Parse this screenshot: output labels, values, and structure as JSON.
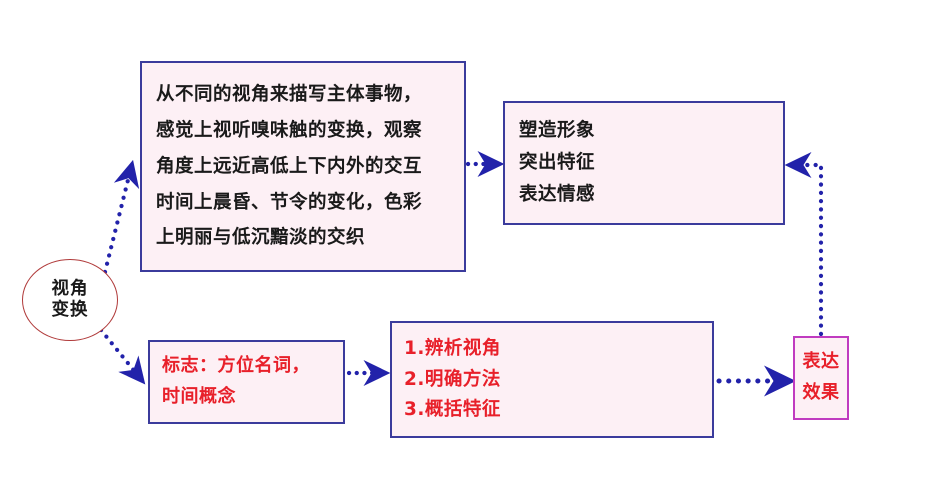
{
  "diagram": {
    "title_node": {
      "name": "视角变换",
      "lines": [
        "视角",
        "变换"
      ],
      "shape": "ellipse",
      "border_color": "#b03a3a",
      "text_color": "#1a1a1a"
    },
    "description_box": {
      "lines": [
        "从不同的视角来描写主体事物，",
        "感觉上视听嗅味触的变换，观察",
        "角度上远近高低上下内外的交互",
        "时间上晨昏、节令的变化，色彩",
        "上明丽与低沉黯淡的交织"
      ],
      "border_color": "#3b3b9c",
      "fill_color": "#fdf0f5",
      "text_color": "#1a1a1a"
    },
    "outcomes_box": {
      "lines": [
        "塑造形象",
        "突出特征",
        "表达情感"
      ],
      "border_color": "#3b3b9c",
      "fill_color": "#fdf0f5",
      "text_color": "#1a1a1a"
    },
    "markers_box": {
      "lines": [
        "标志：方位名词，",
        "时间概念"
      ],
      "border_color": "#3b3b9c",
      "fill_color": "#fdf0f5",
      "text_color": "#e8202a"
    },
    "steps_box": {
      "lines": [
        "1.辨析视角",
        "2.明确方法",
        "3.概括特征"
      ],
      "border_color": "#3b3b9c",
      "fill_color": "#fdf0f5",
      "text_color": "#e8202a"
    },
    "effect_box": {
      "lines": [
        "表达",
        "效果"
      ],
      "border_color": "#c03bc0",
      "fill_color": "#fdf0f5",
      "text_color": "#e8202a"
    },
    "connectors": [
      {
        "name": "root-to-description",
        "style": "dotted-arrow",
        "color": "#2222aa"
      },
      {
        "name": "root-to-markers",
        "style": "dotted-arrow",
        "color": "#2222aa"
      },
      {
        "name": "description-to-outcomes",
        "style": "dotted-arrow",
        "color": "#2222aa"
      },
      {
        "name": "markers-to-steps",
        "style": "dotted-arrow",
        "color": "#2222aa"
      },
      {
        "name": "steps-to-effect",
        "style": "dotted-arrow",
        "color": "#2222aa"
      },
      {
        "name": "effect-to-outcomes",
        "style": "dotted-elbow-arrow",
        "color": "#2222aa"
      }
    ],
    "accent_colors": {
      "box_border": "#3b3b9c",
      "box_fill": "#fdf0f5",
      "red_text": "#e8202a",
      "arrow": "#2222aa",
      "ellipse_border": "#b03a3a",
      "effect_border": "#c03bc0"
    }
  }
}
